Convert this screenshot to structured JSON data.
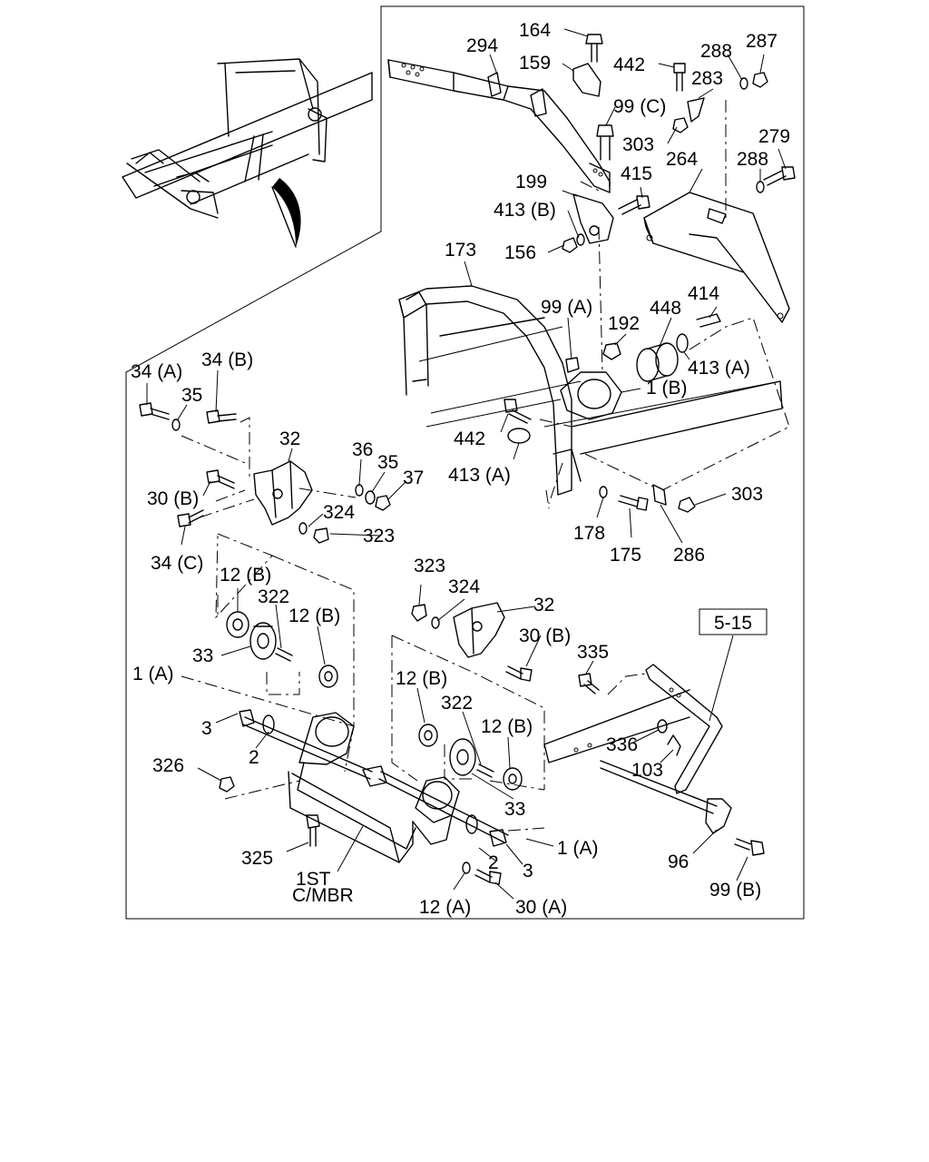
{
  "reference_box": "5-15",
  "callouts": [
    {
      "id": "c164",
      "text": "164"
    },
    {
      "id": "c294",
      "text": "294"
    },
    {
      "id": "c159",
      "text": "159"
    },
    {
      "id": "c442a",
      "text": "442"
    },
    {
      "id": "c288a",
      "text": "288"
    },
    {
      "id": "c287",
      "text": "287"
    },
    {
      "id": "c283",
      "text": "283"
    },
    {
      "id": "c99c",
      "text": "99 (C)"
    },
    {
      "id": "c303a",
      "text": "303"
    },
    {
      "id": "c279",
      "text": "279"
    },
    {
      "id": "c288b",
      "text": "288"
    },
    {
      "id": "c264",
      "text": "264"
    },
    {
      "id": "c415",
      "text": "415"
    },
    {
      "id": "c199",
      "text": "199"
    },
    {
      "id": "c413b",
      "text": "413 (B)"
    },
    {
      "id": "c156",
      "text": "156"
    },
    {
      "id": "c173",
      "text": "173"
    },
    {
      "id": "c414",
      "text": "414"
    },
    {
      "id": "c448",
      "text": "448"
    },
    {
      "id": "c192",
      "text": "192"
    },
    {
      "id": "c99a",
      "text": "99 (A)"
    },
    {
      "id": "c413a1",
      "text": "413 (A)"
    },
    {
      "id": "c1b",
      "text": "1 (B)"
    },
    {
      "id": "c34a",
      "text": "34 (A)"
    },
    {
      "id": "c34b",
      "text": "34 (B)"
    },
    {
      "id": "c35a",
      "text": "35"
    },
    {
      "id": "c442b",
      "text": "442"
    },
    {
      "id": "c413a2",
      "text": "413 (A)"
    },
    {
      "id": "c32a",
      "text": "32"
    },
    {
      "id": "c36",
      "text": "36"
    },
    {
      "id": "c35b",
      "text": "35"
    },
    {
      "id": "c37",
      "text": "37"
    },
    {
      "id": "c30b1",
      "text": "30 (B)"
    },
    {
      "id": "c324a",
      "text": "324"
    },
    {
      "id": "c323a",
      "text": "323"
    },
    {
      "id": "c34c",
      "text": "34 (C)"
    },
    {
      "id": "c178",
      "text": "178"
    },
    {
      "id": "c175",
      "text": "175"
    },
    {
      "id": "c286",
      "text": "286"
    },
    {
      "id": "c303b",
      "text": "303"
    },
    {
      "id": "c12b1",
      "text": "12 (B)"
    },
    {
      "id": "c322a",
      "text": "322"
    },
    {
      "id": "c12b2",
      "text": "12 (B)"
    },
    {
      "id": "c33a",
      "text": "33"
    },
    {
      "id": "c1a1",
      "text": "1 (A)"
    },
    {
      "id": "c323b",
      "text": "323"
    },
    {
      "id": "c324b",
      "text": "324"
    },
    {
      "id": "c32b",
      "text": "32"
    },
    {
      "id": "c30b2",
      "text": "30 (B)"
    },
    {
      "id": "c335",
      "text": "335"
    },
    {
      "id": "c3a",
      "text": "3"
    },
    {
      "id": "c2a",
      "text": "2"
    },
    {
      "id": "c12b3",
      "text": "12 (B)"
    },
    {
      "id": "c322b",
      "text": "322"
    },
    {
      "id": "c12b4",
      "text": "12 (B)"
    },
    {
      "id": "c336",
      "text": "336"
    },
    {
      "id": "c103",
      "text": "103"
    },
    {
      "id": "c326",
      "text": "326"
    },
    {
      "id": "c33b",
      "text": "33"
    },
    {
      "id": "c1a2",
      "text": "1 (A)"
    },
    {
      "id": "c325",
      "text": "325"
    },
    {
      "id": "c2b",
      "text": "2"
    },
    {
      "id": "c3b",
      "text": "3"
    },
    {
      "id": "c96",
      "text": "96"
    },
    {
      "id": "c99b",
      "text": "99 (B)"
    },
    {
      "id": "c1st",
      "text": "1ST"
    },
    {
      "id": "ccmbr",
      "text": "C/MBR"
    },
    {
      "id": "c12a",
      "text": "12 (A)"
    },
    {
      "id": "c30a",
      "text": "30 (A)"
    }
  ]
}
